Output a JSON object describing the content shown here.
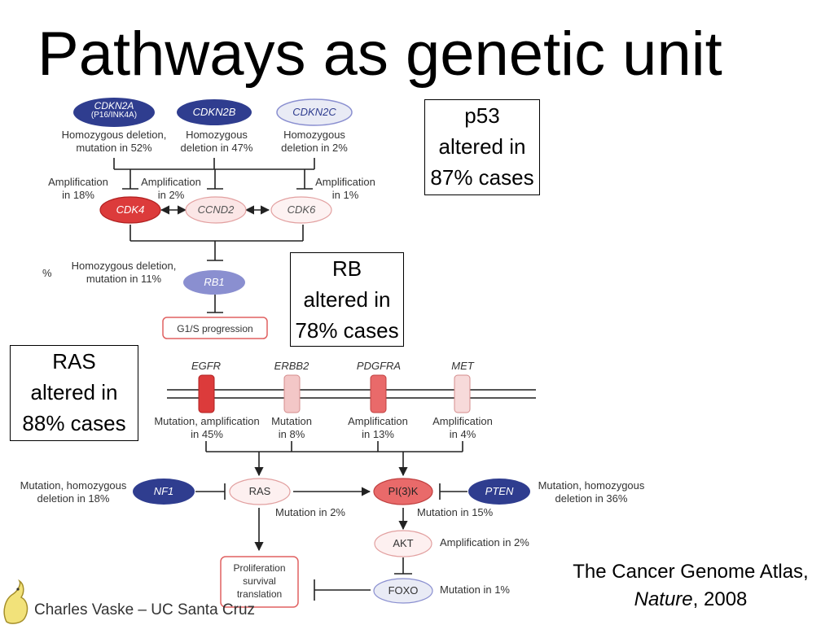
{
  "slide": {
    "title": "Pathways as genetic unit",
    "footer": "Charles Vaske – UC Santa Cruz"
  },
  "colors": {
    "dark_blue": "#2f3d8f",
    "light_blue": "#e9ebf5",
    "lavender": "#8a8fd0",
    "red": "#dc3b3b",
    "pink": "#f3c7c7",
    "mid_red": "#e96a6a",
    "box_red": "#e06060"
  },
  "rb_pathway": {
    "genes": {
      "cdkn2a": "CDKN2A",
      "cdkn2a_sub": "(P16/INK4A)",
      "cdkn2b": "CDKN2B",
      "cdkn2c": "CDKN2C",
      "cdk4": "CDK4",
      "ccnd2": "CCND2",
      "cdk6": "CDK6",
      "rb1": "RB1",
      "g1s": "G1/S progression"
    },
    "labels": {
      "cdkn2a": [
        "Homozygous deletion,",
        "mutation in 52%"
      ],
      "cdkn2b": [
        "Homozygous",
        "deletion in 47%"
      ],
      "cdkn2c": [
        "Homozygous",
        "deletion in 2%"
      ],
      "cdk4": [
        "Amplification",
        "in 18%"
      ],
      "ccnd2": [
        "Amplification",
        "in 2%"
      ],
      "cdk6": [
        "Amplification",
        "in 1%"
      ],
      "rb1": [
        "Homozygous deletion,",
        "mutation in 11%"
      ],
      "left_edge": "%"
    }
  },
  "rtk_pathway": {
    "receptors": {
      "egfr": "EGFR",
      "erbb2": "ERBB2",
      "pdgfra": "PDGFRA",
      "met": "MET"
    },
    "labels": {
      "egfr": [
        "Mutation, amplification",
        "in 45%"
      ],
      "erbb2": [
        "Mutation",
        "in 8%"
      ],
      "pdgfra": [
        "Amplification",
        "in 13%"
      ],
      "met": [
        "Amplification",
        "in 4%"
      ]
    },
    "nodes": {
      "nf1": "NF1",
      "ras": "RAS",
      "pi3k": "PI(3)K",
      "pten": "PTEN",
      "akt": "AKT",
      "foxo": "FOXO",
      "prolif": [
        "Proliferation",
        "survival",
        "translation"
      ]
    },
    "node_labels": {
      "nf1": [
        "Mutation, homozygous",
        "deletion in 18%"
      ],
      "pten": [
        "Mutation, homozygous",
        "deletion in 36%"
      ],
      "ras": "Mutation in 2%",
      "pi3k": "Mutation in 15%",
      "akt": "Amplification in 2%",
      "foxo": "Mutation in 1%"
    }
  },
  "callouts": {
    "p53": [
      "p53",
      "altered in",
      "87% cases"
    ],
    "rb": [
      "RB",
      "altered in",
      "78% cases"
    ],
    "ras": [
      "RAS",
      "altered in",
      "88% cases"
    ]
  },
  "citation": {
    "line1": "The Cancer Genome Atlas,",
    "journal": "Nature",
    "year": ", 2008"
  }
}
